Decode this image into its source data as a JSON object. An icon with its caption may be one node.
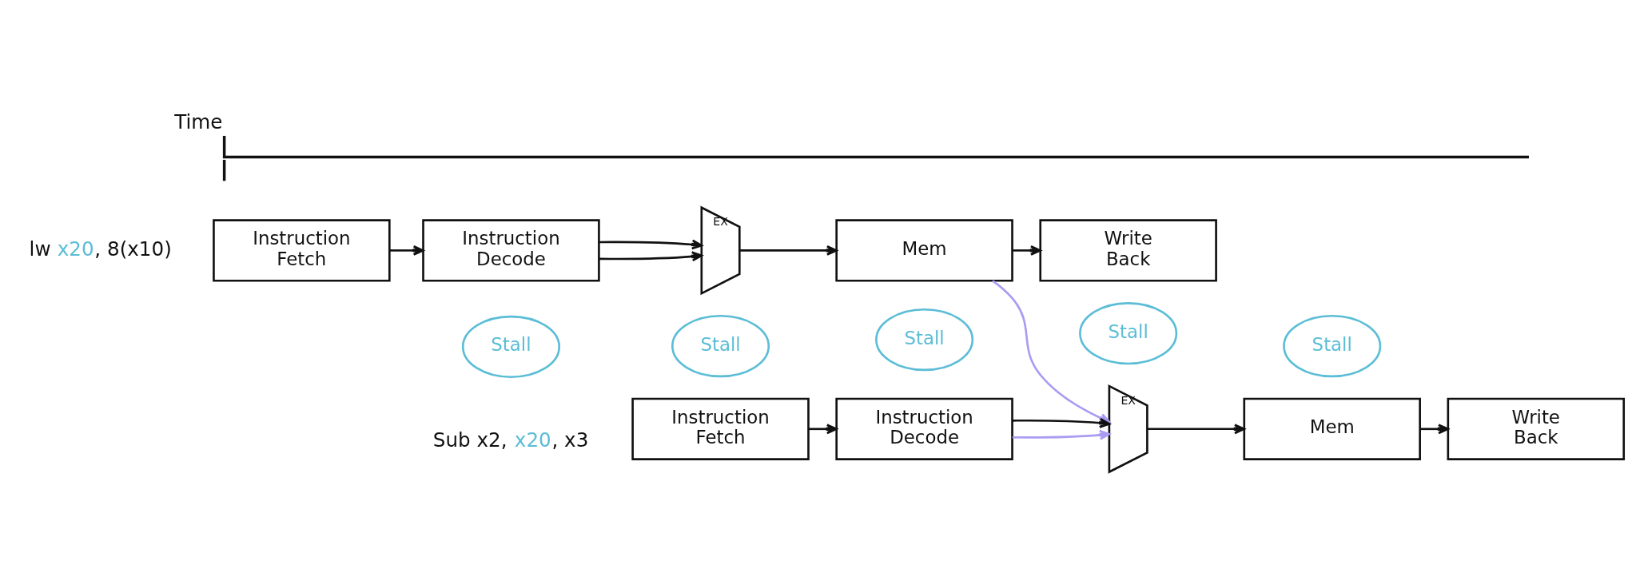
{
  "diagram": {
    "nodes": [
      {
        "text": [
          "Instruction Fetch"
        ]
      },
      {
        "text": [
          "Instruction Decode"
        ]
      },
      {
        "text": [
          "EX"
        ]
      },
      {
        "text": [
          "Mem"
        ]
      },
      {
        "text": [
          "Write Back"
        ]
      },
      {
        "text": [
          "Stall"
        ]
      },
      {
        "text": [
          "Stall"
        ]
      },
      {
        "text": [
          "Stall"
        ]
      },
      {
        "text": [
          "Stall"
        ]
      },
      {
        "text": [
          "Stall"
        ]
      },
      {
        "text": [
          "Instruction Fetch"
        ]
      },
      {
        "text": [
          "Instruction Decode"
        ]
      },
      {
        "text": [
          "EX"
        ]
      },
      {
        "text": [
          "Mem"
        ]
      },
      {
        "text": [
          "Write Back"
        ]
      }
    ],
    "edges": [
      {
        "from": 0,
        "to": 1,
        "arrow": "to"
      },
      {
        "from": 1,
        "to": 2,
        "arrow": "to"
      },
      {
        "from": 1,
        "to": 2,
        "arrow": "to"
      },
      {
        "from": 2,
        "to": 3,
        "arrow": "to"
      },
      {
        "from": 3,
        "to": 4,
        "arrow": "to"
      },
      {
        "from": 3,
        "to": 12,
        "arrow": "to",
        "color": "#a99cf2"
      },
      {
        "from": 10,
        "to": 11,
        "arrow": "to"
      },
      {
        "from": 11,
        "to": 12,
        "arrow": "to",
        "color": "#a99cf2"
      },
      {
        "from": 11,
        "to": 12,
        "arrow": "to"
      },
      {
        "from": 12,
        "to": 13,
        "arrow": "to"
      },
      {
        "from": 13,
        "to": 14,
        "arrow": "to"
      }
    ],
    "labels": [
      "Time",
      "lw x20, 8(x10)",
      "Sub x2, x20, x3"
    ]
  }
}
